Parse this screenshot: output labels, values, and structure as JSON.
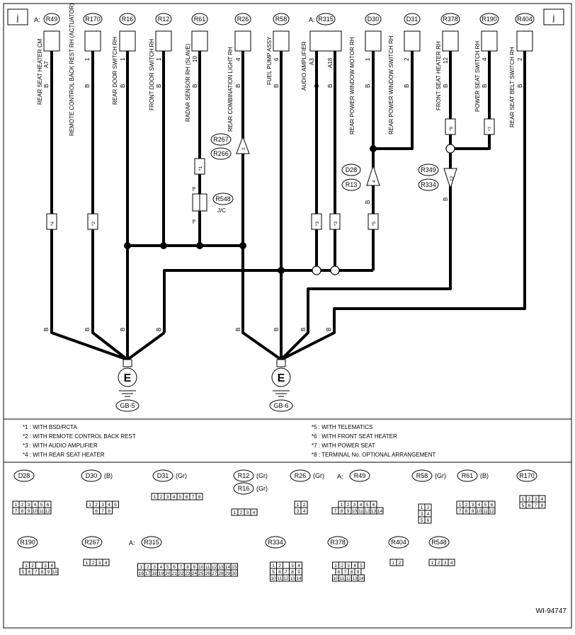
{
  "page_markers": {
    "left": "j",
    "right": "j"
  },
  "connectors": [
    {
      "id": "R49",
      "prefix": "A:",
      "name": "REAR SEAT HEATER CM",
      "pin": "A7",
      "wire": "B",
      "fuse": "*4",
      "ground_wire": "B"
    },
    {
      "id": "R170",
      "name": "REMOTE CONTROL BACK REST RH (ACTUATOR)",
      "pin": "1",
      "wire": "B",
      "fuse": "*2",
      "ground_wire": "B"
    },
    {
      "id": "R16",
      "name": "REAR DOOR SWITCH RH",
      "pin": "1",
      "wire": "B",
      "ground_wire": "B"
    },
    {
      "id": "R12",
      "name": "FRONT DOOR SWITCH RH",
      "pin": "1",
      "wire": "B",
      "ground_wire": "B"
    },
    {
      "id": "R61",
      "name": "RADAR SENSOR RH (SLAVE)",
      "pin": "10",
      "wire": "B"
    },
    {
      "id": "R26",
      "name": "REAR COMBINATION LIGHT RH",
      "pin": "4",
      "wire": "B",
      "ground_wire": "B"
    },
    {
      "id": "R58",
      "name": "FUEL PUMP ASSY",
      "pin": "6",
      "wire": "B",
      "ground_wire": "B"
    },
    {
      "id": "R315",
      "prefix": "A:",
      "name": "AUDIO AMPLIFIER",
      "pins": [
        "A3",
        "A18"
      ],
      "wires": [
        "B",
        "B"
      ],
      "fuses": [
        "*3",
        "*3"
      ]
    },
    {
      "id": "D30",
      "name": "REAR POWER WINDOW MOTOR RH",
      "pin": "1",
      "wire": "B"
    },
    {
      "id": "D31",
      "name": "REAR POWER WINDOW SWITCH RH",
      "pin": "2",
      "wire": "B"
    },
    {
      "id": "R378",
      "name": "FRONT SEAT HEATER RH",
      "pin": "12",
      "wire": "B",
      "fuse": "*6"
    },
    {
      "id": "R190",
      "name": "POWER SEAT SWITCH RH",
      "pin": "4",
      "wire": "B",
      "fuse": "*7"
    },
    {
      "id": "R404",
      "name": "REAR SEAT BELT SWITCH RH",
      "pin": "2",
      "wire": "B"
    }
  ],
  "splice_labels": {
    "r267": "R267",
    "r266": "R266",
    "tri2": "2",
    "d28": "D28",
    "r13": "R13",
    "tri4": "4",
    "r349": "R349",
    "r334": "R334",
    "tri12": "12",
    "r548": "R548",
    "jc": "J/C",
    "star8a": "*8",
    "star8b": "*8",
    "r61fuse": "*1",
    "d30fuse": "*5",
    "wire_b": "B"
  },
  "grounds": [
    {
      "id": "GB-5",
      "symbol": "E"
    },
    {
      "id": "GB-6",
      "symbol": "E"
    }
  ],
  "notes": [
    "*1 : WITH BSD/RCTA",
    "*2 : WITH REMOTE CONTROL BACK REST",
    "*3 : WITH AUDIO AMPLIFIER",
    "*4 : WITH REAR SEAT HEATER",
    "*5 : WITH TELEMATICS",
    "*6 : WITH FRONT SEAT HEATER",
    "*7 : WITH POWER SEAT",
    "*8 : TERMINAL No. OPTIONAL ARRANGEMENT"
  ],
  "connector_faces": [
    {
      "id": "D28",
      "color": "",
      "prefix": "",
      "rows": [
        [
          "1",
          "2",
          "3",
          "4",
          "5",
          "6"
        ],
        [
          "7",
          "8",
          "9",
          "10",
          "11",
          "12"
        ]
      ]
    },
    {
      "id": "D30",
      "color": "(B)",
      "prefix": "",
      "rows": [
        [
          "1",
          "2",
          "3",
          "4",
          "5"
        ],
        [
          "6",
          "7",
          "8"
        ]
      ]
    },
    {
      "id": "D31",
      "color": "(Gr)",
      "prefix": "",
      "rows": [
        [
          "1",
          "2",
          "3",
          "4",
          "5",
          "6",
          "7",
          "8"
        ]
      ]
    },
    {
      "id": "R12",
      "color": "(Gr)",
      "prefix": "",
      "rows": []
    },
    {
      "id": "R16",
      "color": "(Gr)",
      "prefix": "",
      "rows": [
        [
          "1",
          "2",
          "3",
          "4"
        ]
      ]
    },
    {
      "id": "R26",
      "color": "(Gr)",
      "prefix": "",
      "rows": [
        [
          "1",
          "2"
        ],
        [
          "3",
          "4"
        ]
      ]
    },
    {
      "id": "R49",
      "color": "",
      "prefix": "A:",
      "rows": [
        [
          "1",
          "2",
          "3",
          "4",
          "5",
          "6"
        ],
        [
          "7",
          "8",
          "9",
          "10",
          "11",
          "12",
          "13",
          "14"
        ]
      ]
    },
    {
      "id": "R58",
      "color": "(Gr)",
      "prefix": "",
      "rows": [
        [
          "1",
          "2"
        ],
        [
          "3",
          "4"
        ],
        [
          "5",
          "6"
        ]
      ]
    },
    {
      "id": "R61",
      "color": "(B)",
      "prefix": "",
      "rows": [
        [
          "1",
          "2",
          "3",
          "4",
          "5",
          "6"
        ],
        [
          "7",
          "8",
          "9",
          "10",
          "11",
          "12"
        ]
      ]
    },
    {
      "id": "R170",
      "color": "",
      "prefix": "",
      "rows": [
        [
          "1",
          "2",
          "3",
          "4"
        ],
        [
          "5",
          "6",
          "7",
          "8"
        ]
      ]
    },
    {
      "id": "R190",
      "color": "",
      "prefix": "",
      "rows": [
        [
          "1",
          "2",
          "",
          "3",
          "4"
        ],
        [
          "5",
          "6",
          "7",
          "8",
          "9",
          "10"
        ]
      ]
    },
    {
      "id": "R267",
      "color": "",
      "prefix": "",
      "rows": [
        [
          "1",
          "2",
          "3",
          "4"
        ]
      ]
    },
    {
      "id": "R315",
      "color": "",
      "prefix": "A:",
      "rows": [
        [
          "1",
          "2",
          "3",
          "4",
          "5",
          "6",
          "7",
          "8",
          "9",
          "10",
          "11",
          "12",
          "13",
          "14",
          "15"
        ],
        [
          "16",
          "17",
          "18",
          "19",
          "20",
          "21",
          "22",
          "23",
          "24",
          "25",
          "26",
          "27",
          "28",
          "29",
          "30"
        ]
      ]
    },
    {
      "id": "R334",
      "color": "",
      "prefix": "",
      "rows": [
        [
          "1",
          "2",
          "",
          "3",
          "4"
        ],
        [
          "5",
          "6",
          "7",
          "8",
          "9"
        ],
        [
          "10",
          "11",
          "12",
          "13",
          "14"
        ]
      ]
    },
    {
      "id": "R378",
      "color": "",
      "prefix": "",
      "rows": [
        [
          "1",
          "2",
          "3",
          "4",
          "5"
        ],
        [
          "6",
          "7",
          "8",
          "9"
        ],
        [
          "10",
          "11",
          "12",
          "13",
          "14"
        ]
      ]
    },
    {
      "id": "R404",
      "color": "",
      "prefix": "",
      "rows": [
        [
          "1",
          "2"
        ]
      ]
    },
    {
      "id": "R548",
      "color": "",
      "prefix": "",
      "rows": [
        [
          "1",
          "2",
          "3",
          "4"
        ]
      ]
    }
  ],
  "figure_id": "WI-94747"
}
